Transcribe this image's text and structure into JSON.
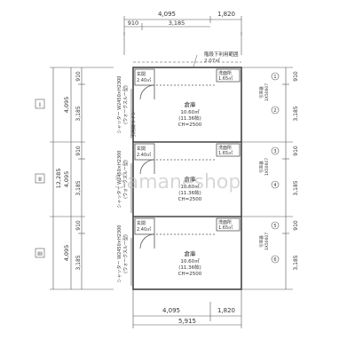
{
  "dimensions": {
    "top_total": "4,095",
    "top_right": "1,820",
    "top_sub_left": "910",
    "top_sub_mid": "3,185",
    "bottom_left": "4,095",
    "bottom_right": "1,820",
    "bottom_total": "5,915",
    "left_total": "12,285",
    "left_unit1": "4,095",
    "left_unit2": "4,095",
    "left_unit3": "4,095",
    "row_910": "910",
    "row_3185": "3,185"
  },
  "units": [
    {
      "id": "I",
      "storage_label": "倉庫",
      "storage_area": "10.60㎡",
      "storage_tatami": "(11.36帖)",
      "storage_ch": "CH=2500",
      "entrance_label": "玄関",
      "entrance_area": "2.40㎡",
      "washroom_label": "洗面所",
      "washroom_area": "1.65㎡",
      "shutter": "シャッター W2450×H2300",
      "walkthrough": "(ウォークスルー型)",
      "drain_label": "引率器",
      "drain_code": "1X50607"
    },
    {
      "id": "II",
      "storage_label": "倉庫",
      "storage_area": "10.60㎡",
      "storage_tatami": "(11.36帖)",
      "storage_ch": "CH=2500",
      "entrance_label": "玄関",
      "entrance_area": "2.40㎡",
      "washroom_label": "洗面所",
      "washroom_area": "1.65㎡",
      "shutter": "シャッター W2450×H2300",
      "walkthrough": "(ウォークスルー型)",
      "drain_label": "引率器",
      "drain_code": "1X50607"
    },
    {
      "id": "III",
      "storage_label": "倉庫",
      "storage_area": "10.60㎡",
      "storage_tatami": "(11.36帖)",
      "storage_ch": "CH=2500",
      "entrance_label": "玄関",
      "entrance_area": "2.40㎡",
      "washroom_label": "洗面所",
      "washroom_area": "1.65㎡",
      "shutter": "シャッター W2450×H2300",
      "walkthrough": "(ウォークスルー型)",
      "drain_label": "引率器",
      "drain_code": "1X50607"
    }
  ],
  "right_markers": [
    "1",
    "2",
    "3",
    "4",
    "5",
    "6"
  ],
  "top_note": "階段下利用範囲",
  "top_note_area": "2.07㎡",
  "center_line_label": "引用線ライン",
  "watermark": "Samaneshop"
}
